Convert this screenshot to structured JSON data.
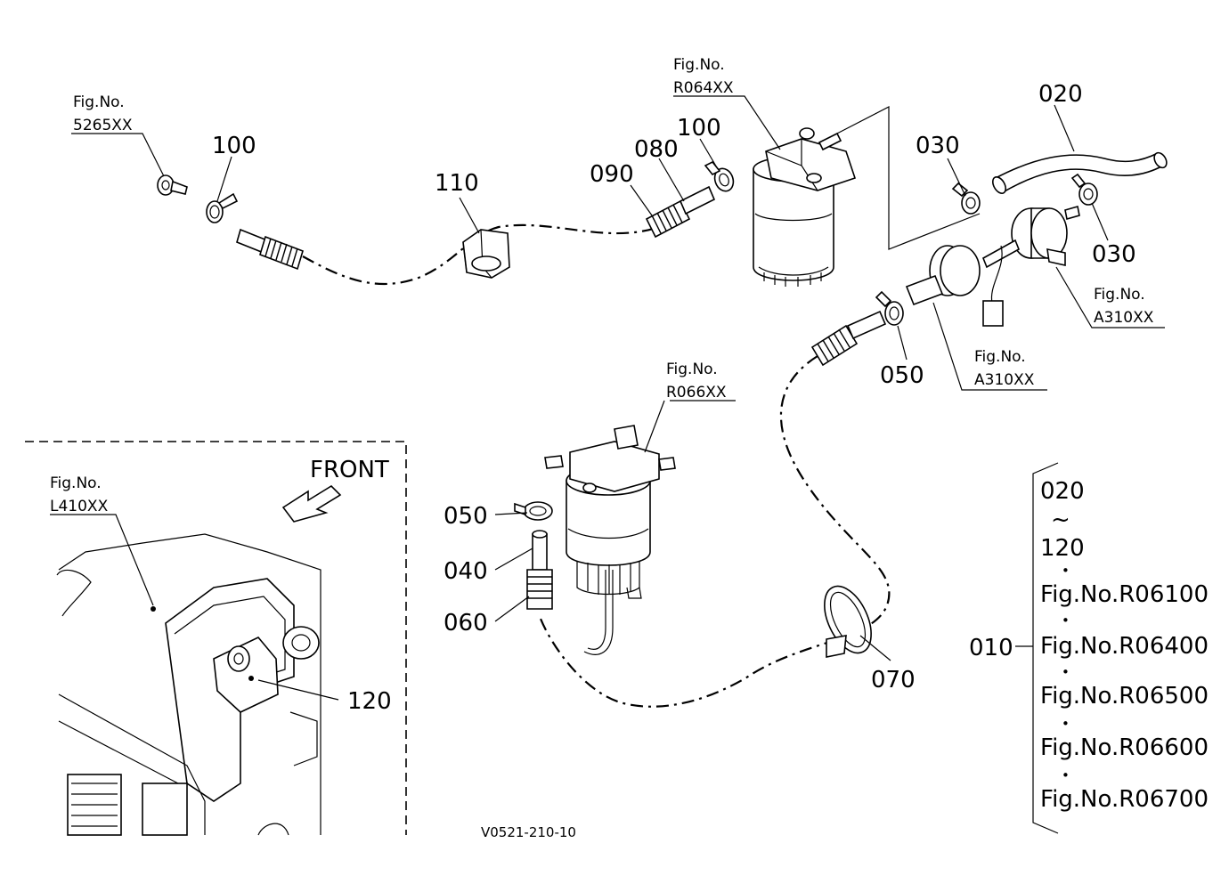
{
  "figure_refs": {
    "r064": {
      "line1": "Fig.No.",
      "line2": "R064XX"
    },
    "r5265": {
      "line1": "Fig.No.",
      "line2": "5265XX"
    },
    "a310_upper": {
      "line1": "Fig.No.",
      "line2": "A310XX"
    },
    "a310_lower": {
      "line1": "Fig.No.",
      "line2": "A310XX"
    },
    "r066": {
      "line1": "Fig.No.",
      "line2": "R066XX"
    },
    "l410": {
      "line1": "Fig.No.",
      "line2": "L410XX"
    }
  },
  "part_labels": {
    "p100_left": "100",
    "p110": "110",
    "p090": "090",
    "p080": "080",
    "p100_right": "100",
    "p020": "020",
    "p030_left": "030",
    "p030_right": "030",
    "p050_right": "050",
    "p050_left": "050",
    "p040": "040",
    "p060": "060",
    "p070": "070",
    "p120": "120",
    "p010": "010"
  },
  "front_label": "FRONT",
  "assembly": {
    "range_start": "020",
    "range_sep": "~",
    "range_end": "120",
    "bullet": "•",
    "refs": [
      "Fig.No.R06100",
      "Fig.No.R06400",
      "Fig.No.R06500",
      "Fig.No.R06600",
      "Fig.No.R06700"
    ]
  },
  "diagram_code": "V0521-210-10"
}
